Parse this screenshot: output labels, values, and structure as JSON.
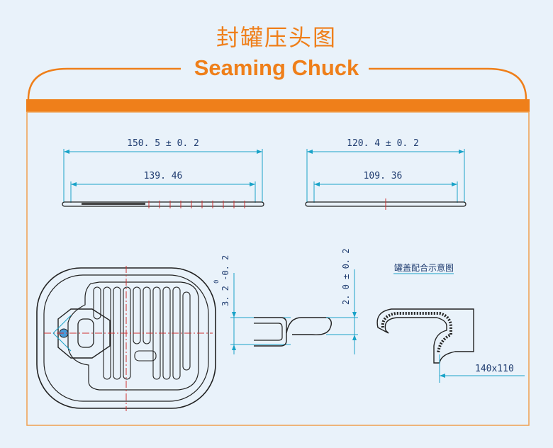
{
  "header": {
    "title_cn": "封罐压头图",
    "title_en": "Seaming Chuck"
  },
  "colors": {
    "accent": "#ef7f1a",
    "background": "#e9f2fa",
    "dimension_line": "#1aa3c8",
    "drawing_line": "#222222"
  },
  "dimensions": {
    "top_left_outer": "150. 5 ± 0. 2",
    "top_left_inner": "139. 46",
    "top_right_outer": "120. 4 ± 0. 2",
    "top_right_inner": "109. 36",
    "vertical_left": "3. 2 -0. 2",
    "vertical_left_sup": "0",
    "vertical_right": "2. 0 ± 0. 2",
    "fit_label": "罐盖配合示意图",
    "size_label": "140x110"
  }
}
